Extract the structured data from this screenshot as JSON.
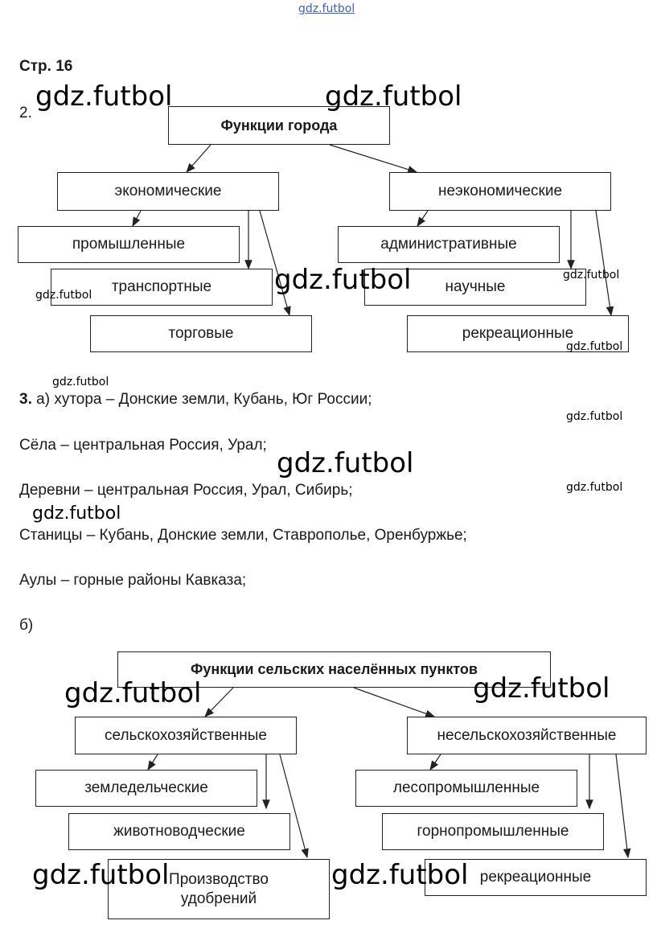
{
  "header": {
    "site": "gdz.futbol",
    "page_ref": "Стр. 16"
  },
  "task2": {
    "number": "2.",
    "root": "Функции города",
    "economic": "экономические",
    "noneconomic": "неэкономические",
    "econ_items": [
      "промышленные",
      "транспортные",
      "торговые"
    ],
    "nonecon_items": [
      "административные",
      "научные",
      "рекреационные"
    ]
  },
  "task3": {
    "number": "3.",
    "lines": [
      "а) хутора – Донские земли, Кубань, Юг России;",
      "Сёла – центральная Россия, Урал;",
      "Деревни – центральная Россия, Урал, Сибирь;",
      "Станицы – Кубань, Донские земли, Ставрополье, Оренбуржье;",
      "Аулы – горные районы Кавказа;"
    ],
    "part_b": "б)"
  },
  "task3b": {
    "root": "Функции сельских населённых пунктов",
    "agri": "сельскохозяйственные",
    "nonagri": "несельскохозяйственные",
    "agri_items": [
      "земледельческие",
      "животноводческие",
      "Производство удобрений"
    ],
    "nonagri_items": [
      "лесопромышленные",
      "горнопромышленные",
      "рекреационные"
    ]
  },
  "watermark": "gdz.futbol"
}
